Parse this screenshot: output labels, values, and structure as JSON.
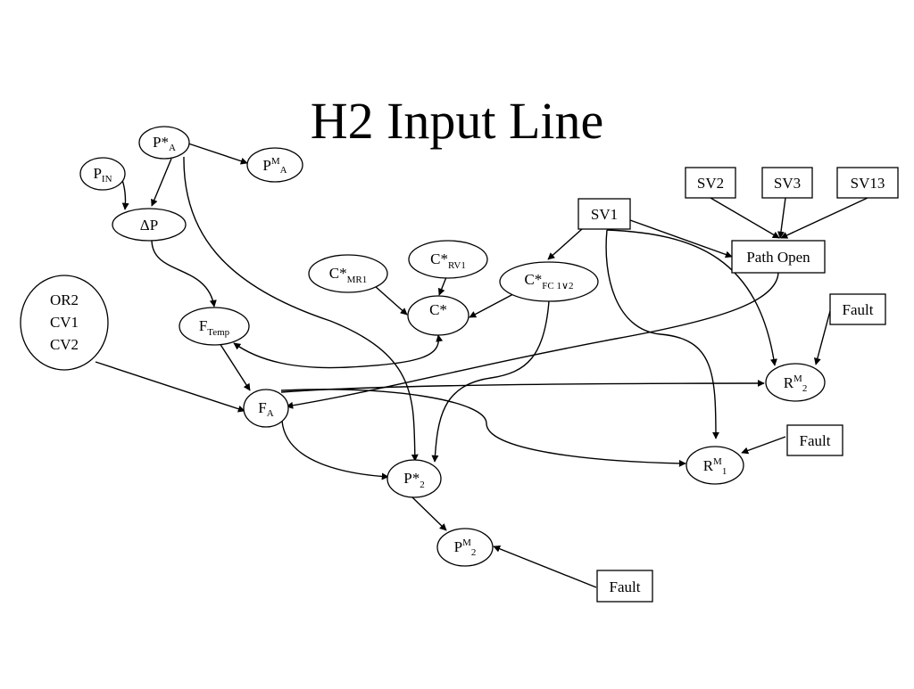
{
  "title": "H2 Input Line",
  "nodes": {
    "pstar_a": {
      "text": "P*",
      "sub": "A"
    },
    "pm_a": {
      "text": "P",
      "sup": "M",
      "sub": "A"
    },
    "p_in": {
      "text": "P",
      "sub": "IN"
    },
    "delta_p": {
      "text": "ΔP"
    },
    "or2_cv": {
      "lines": [
        "OR2",
        "CV1",
        "CV2"
      ]
    },
    "f_temp": {
      "text": "F",
      "sub": "Temp"
    },
    "c_mr1": {
      "text": "C*",
      "sub": "MR1"
    },
    "c_rv1": {
      "text": "C*",
      "sub": "RV1"
    },
    "c_star": {
      "text": "C*"
    },
    "c_fc": {
      "text": "C*",
      "sub": "FC 1∨2"
    },
    "sv1": {
      "text": "SV1"
    },
    "sv2": {
      "text": "SV2"
    },
    "sv3": {
      "text": "SV3"
    },
    "sv13": {
      "text": "SV13"
    },
    "path_open": {
      "text": "Path Open"
    },
    "fault_r2": {
      "text": "Fault"
    },
    "r_m2": {
      "text": "R",
      "sup": "M",
      "sub": "2"
    },
    "f_a": {
      "text": "F",
      "sub": "A"
    },
    "fault_r1": {
      "text": "Fault"
    },
    "r_m1": {
      "text": "R",
      "sup": "M",
      "sub": "1"
    },
    "pstar_2": {
      "text": "P*",
      "sub": "2"
    },
    "pm_2": {
      "text": "P",
      "sup": "M",
      "sub": "2"
    },
    "fault_p2": {
      "text": "Fault"
    }
  }
}
